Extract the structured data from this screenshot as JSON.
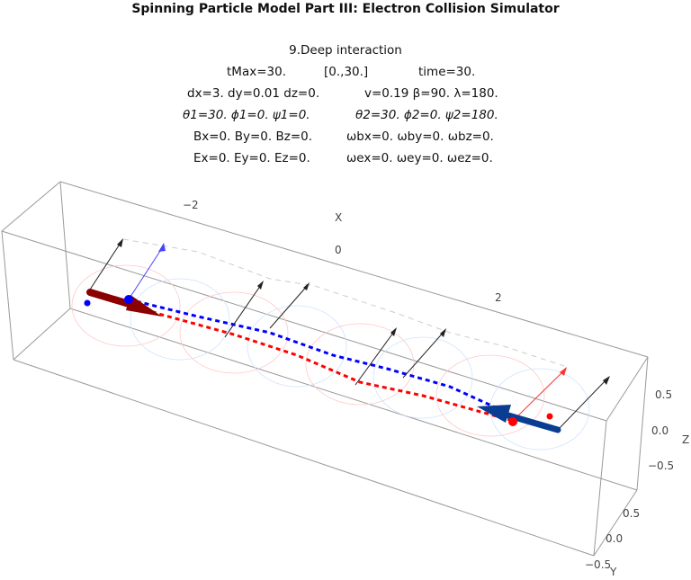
{
  "title": "Spinning Particle Model Part III: Electron Collision Simulator",
  "params": {
    "scenario": "9.Deep interaction",
    "tmax": "tMax=30.",
    "range": "[0.,30.]",
    "time": "time=30.",
    "displacement": "dx=3. dy=0.01 dz=0.",
    "velocity": "v=0.19 β=90. λ=180.",
    "angles1": "θ1=30. ϕ1=0. ψ1=0.",
    "angles2": "θ2=30. ϕ2=0. ψ2=180.",
    "b_field": "Bx=0. By=0. Bz=0.",
    "omega_b": "ωbx=0. ωby=0. ωbz=0.",
    "e_field": "Ex=0. Ey=0. Ez=0.",
    "omega_e": "ωex=0. ωey=0. ωez=0."
  },
  "axes": {
    "x_label": "X",
    "y_label": "Y",
    "z_label": "Z",
    "x_ticks": [
      "−2",
      "0",
      "2"
    ],
    "y_ticks": [
      "0.5",
      "0.0",
      "−0.5"
    ],
    "z_ticks": [
      "0.5",
      "0.0",
      "−0.5"
    ]
  },
  "colors": {
    "particle1": "#ff0000",
    "particle2": "#0000ff",
    "arrow1": "#8b0000",
    "arrow2": "#0a3d91"
  }
}
